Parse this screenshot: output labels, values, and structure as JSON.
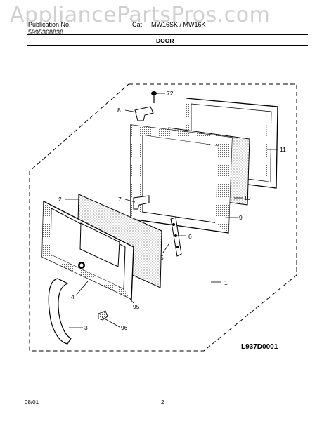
{
  "watermark": "AppliancePartsPros.com",
  "header": {
    "publication_label": "Publication No.",
    "publication_number": "5995368838",
    "category_label": "Cat",
    "models": "MW16SK / MW16K",
    "section_title": "DOOR"
  },
  "callouts": [
    "72",
    "8",
    "11",
    "7",
    "10",
    "2",
    "9",
    "6",
    "5",
    "1",
    "4",
    "95",
    "3",
    "96"
  ],
  "diagram_code": "L937D0001",
  "footer": {
    "date_code": "08/01",
    "page_number": "2"
  }
}
